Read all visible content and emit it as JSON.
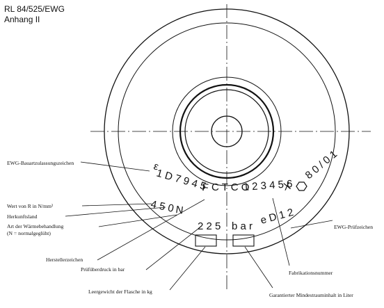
{
  "header": {
    "line1": "RL 84/525/EWG",
    "line2": "Anhang II"
  },
  "stamp": {
    "row1": [
      "1 D 7 9 4 5",
      "F",
      "C T C O",
      "1 2 3 4 5 6",
      "X",
      "8 0 / 0 1"
    ],
    "row2": [
      "4 5 0",
      "N",
      "2 2 5",
      "b a r",
      "e D 1 2"
    ]
  },
  "callouts": {
    "left": [
      "EWG-Bauartzulassungszeichen",
      "Wert von R in N/mm²",
      "Herkunftsland",
      "Art der Wärmebehandlung",
      "(N = normalgeglüht)",
      "Herstellerzeichen",
      "Prüfüberdruck in bar",
      "Leergewicht der Flasche in kg"
    ],
    "right": [
      "EWG-Prüfzeichen",
      "Fabrikationsnummer",
      "Garantierter Mindestrauminhalt in Liter"
    ]
  }
}
